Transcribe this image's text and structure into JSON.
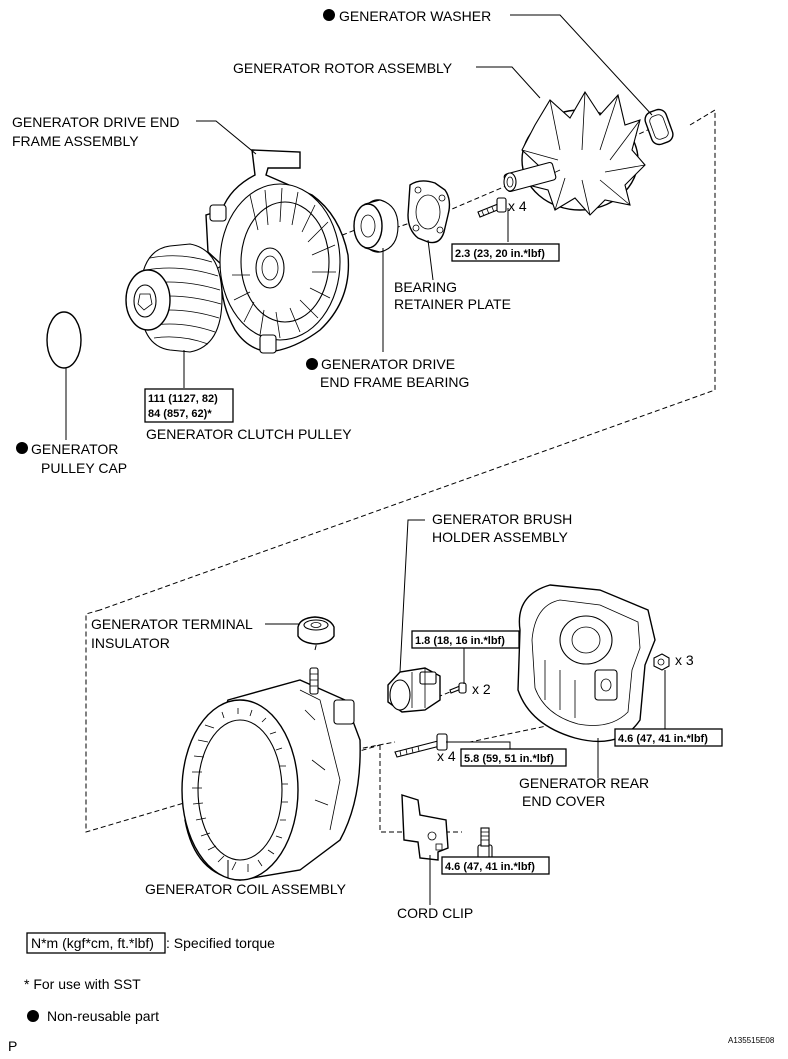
{
  "labels": {
    "washer": "GENERATOR WASHER",
    "rotor": "GENERATOR ROTOR ASSEMBLY",
    "drive_end_frame_1": "GENERATOR DRIVE END",
    "drive_end_frame_2": "FRAME ASSEMBLY",
    "bearing_retainer_1": "BEARING",
    "bearing_retainer_2": "RETAINER PLATE",
    "drive_end_bearing_1": "GENERATOR DRIVE",
    "drive_end_bearing_2": "END FRAME BEARING",
    "clutch_pulley": "GENERATOR CLUTCH PULLEY",
    "pulley_cap_1": "GENERATOR",
    "pulley_cap_2": "PULLEY CAP",
    "brush_holder_1": "GENERATOR BRUSH",
    "brush_holder_2": "HOLDER ASSEMBLY",
    "terminal_insulator_1": "GENERATOR TERMINAL",
    "terminal_insulator_2": "INSULATOR",
    "rear_cover_1": "GENERATOR REAR",
    "rear_cover_2": "END COVER",
    "coil_assembly": "GENERATOR COIL ASSEMBLY",
    "cord_clip": "CORD CLIP"
  },
  "torques": {
    "retainer_bolts": "2.3 (23, 20 in.*lbf)",
    "pulley_1": "111 (1127, 82)",
    "pulley_2": "84 (857, 62)*",
    "brush_holder": "1.8 (18, 16 in.*lbf)",
    "through_bolts": "5.8 (59, 51 in.*lbf)",
    "rear_cover_nuts": "4.6 (47, 41 in.*lbf)",
    "cord_clip_bolt": "4.6 (47, 41 in.*lbf)"
  },
  "quantities": {
    "retainer_bolts": "x 4",
    "brush_holder_screws": "x 2",
    "rear_cover_nuts": "x 3",
    "through_bolts": "x 4"
  },
  "legend": {
    "torque_box": "N*m (kgf*cm, ft.*lbf)",
    "torque_text": ": Specified torque",
    "sst_note": "* For use with SST",
    "non_reusable": "Non-reusable part"
  },
  "footer": {
    "left_code": "P",
    "right_code": "A135515E08"
  }
}
